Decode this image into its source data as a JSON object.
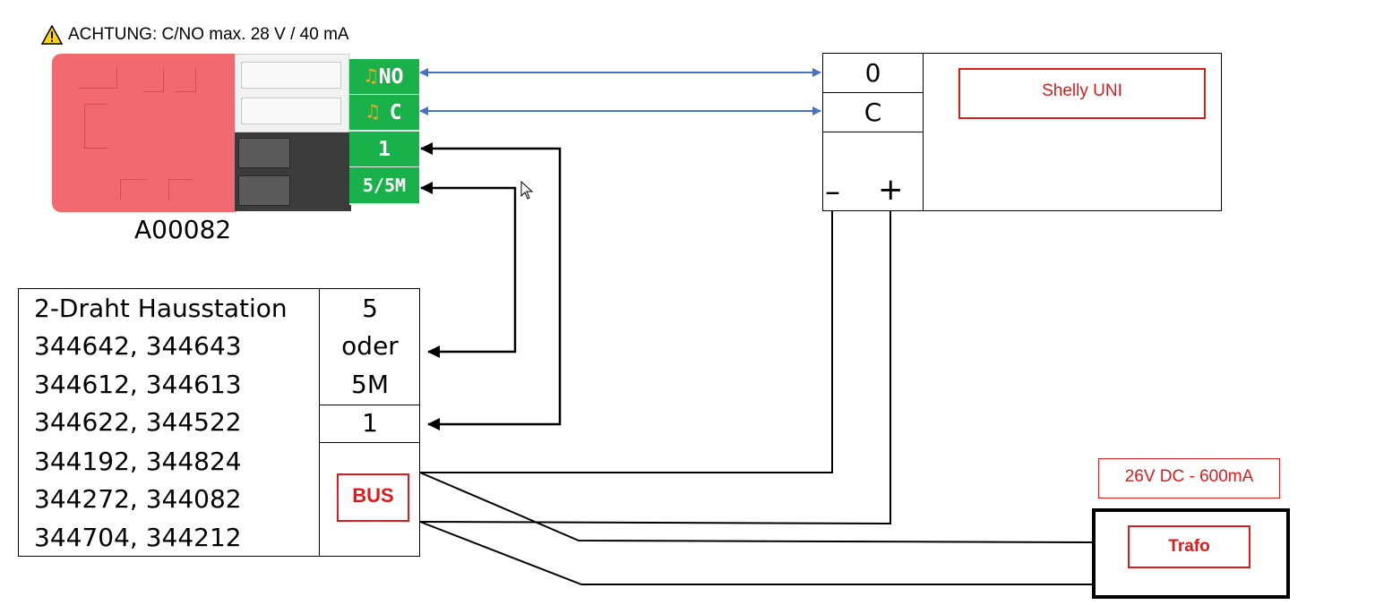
{
  "warning": {
    "icon": "warning-triangle-icon",
    "text": "ACHTUNG: C/NO max. 28 V / 40 mA"
  },
  "relay": {
    "model": "A00082",
    "terminals": [
      {
        "label": "NO",
        "icon": "music-note-icon"
      },
      {
        "label": "C",
        "icon": "music-note-icon"
      },
      {
        "label": "1"
      },
      {
        "label": "5/5M"
      }
    ]
  },
  "shelly": {
    "label": "Shelly UNI",
    "terminal_0": "0",
    "terminal_c": "C",
    "minus": "–",
    "plus": "+"
  },
  "station": {
    "lines": [
      "2-Draht Hausstation",
      "344642, 344643",
      "344612, 344613",
      "344622, 344522",
      "344192, 344824",
      "344272, 344082",
      "344704, 344212"
    ],
    "terminal_5": [
      "5",
      "oder",
      "5M"
    ],
    "terminal_1": "1",
    "bus_label": "BUS"
  },
  "power_supply": {
    "rating": "26V DC - 600mA",
    "label": "Trafo"
  },
  "colors": {
    "terminal_green": "#19b24a",
    "relay_red": "#f26a6f",
    "signal_blue": "#4472c4",
    "label_red": "#e01a1a",
    "note_orange": "#f6a623"
  }
}
